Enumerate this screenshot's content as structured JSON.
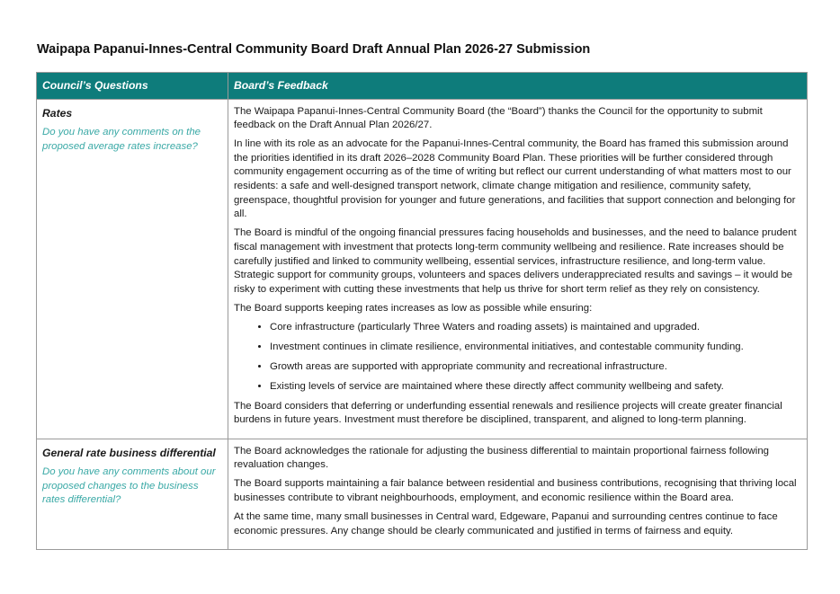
{
  "title": "Waipapa Papanui-Innes-Central Community Board Draft Annual Plan 2026-27 Submission",
  "table": {
    "headers": [
      "Council’s Questions",
      "Board’s Feedback"
    ],
    "rows": [
      {
        "topic": "Rates",
        "question": "Do you have any comments on the proposed average rates increase?",
        "paragraphs_before": [
          "The Waipapa Papanui-Innes-Central Community Board (the “Board”) thanks the Council for the opportunity to submit feedback on the Draft Annual Plan 2026/27.",
          "In line with its role as an advocate for the Papanui-Innes-Central community, the Board has framed this submission around the priorities identified in its draft 2026–2028 Community Board Plan. These priorities will be further considered through community engagement occurring as of the time of writing but reflect our current understanding of what matters most to our residents: a safe and well-designed transport network, climate change mitigation and resilience, community safety, greenspace, thoughtful provision for younger and future generations, and facilities that support connection and belonging for all.",
          "The Board is mindful of the ongoing financial pressures facing households and businesses, and the need to balance prudent fiscal management with investment that protects long-term community wellbeing and resilience. Rate increases should be carefully justified and linked to community wellbeing, essential services, infrastructure resilience, and long-term value. Strategic support for community groups, volunteers and spaces delivers underappreciated results and savings – it would be risky to experiment with cutting these investments that help us thrive for short term relief as they rely on consistency.",
          "The Board supports keeping rates increases as low as possible while ensuring:"
        ],
        "bullets": [
          "Core infrastructure (particularly Three Waters and roading assets) is maintained and upgraded.",
          "Investment continues in climate resilience, environmental initiatives, and contestable community funding.",
          "Growth areas are supported with appropriate community and recreational infrastructure.",
          "Existing levels of service are maintained where these directly affect community wellbeing and safety."
        ],
        "paragraphs_after": [
          "The Board considers that deferring or underfunding essential renewals and resilience projects will create greater financial burdens in future years. Investment must therefore be disciplined, transparent, and aligned to long-term planning."
        ]
      },
      {
        "topic": "General rate business differential",
        "question": "Do you have any comments about our proposed changes to the business rates differential?",
        "paragraphs": [
          "The Board acknowledges the rationale for adjusting the business differential to maintain proportional fairness following revaluation changes.",
          "The Board supports maintaining a fair balance between residential and business contributions, recognising that thriving local businesses contribute to vibrant neighbourhoods, employment, and economic resilience within the Board area.",
          "At the same time, many small businesses in Central ward, Edgeware, Papanui and surrounding centres continue to face economic pressures. Any change should be clearly communicated and justified in terms of fairness and equity."
        ]
      }
    ]
  }
}
